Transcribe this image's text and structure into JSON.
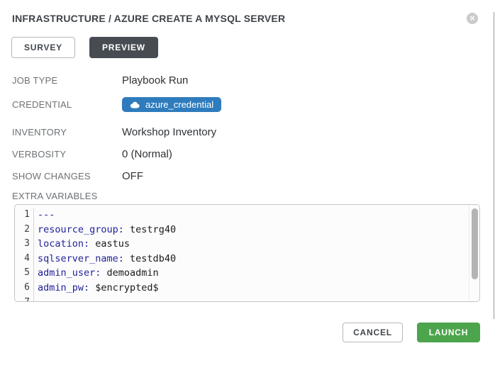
{
  "header": {
    "title": "INFRASTRUCTURE / AZURE CREATE A MYSQL SERVER"
  },
  "tabs": {
    "survey": "SURVEY",
    "preview": "PREVIEW",
    "active_tab": "PREVIEW"
  },
  "details": {
    "rows": [
      {
        "label": "JOB TYPE",
        "value": "Playbook Run"
      },
      {
        "label": "CREDENTIAL",
        "value": "azure_credential",
        "icon": "cloud-icon"
      },
      {
        "label": "INVENTORY",
        "value": "Workshop Inventory"
      },
      {
        "label": "VERBOSITY",
        "value": "0 (Normal)"
      },
      {
        "label": "SHOW CHANGES",
        "value": "OFF"
      }
    ]
  },
  "extra_variables": {
    "label": "EXTRA VARIABLES",
    "lines": [
      {
        "num": "1",
        "key": "---",
        "rest": ""
      },
      {
        "num": "2",
        "key": "resource_group:",
        "rest": " testrg40"
      },
      {
        "num": "3",
        "key": "location:",
        "rest": " eastus"
      },
      {
        "num": "4",
        "key": "sqlserver_name:",
        "rest": " testdb40"
      },
      {
        "num": "5",
        "key": "admin_user:",
        "rest": " demoadmin"
      },
      {
        "num": "6",
        "key": "admin_pw:",
        "rest": " $encrypted$"
      },
      {
        "num": "7",
        "key": "",
        "rest": ""
      }
    ]
  },
  "footer": {
    "cancel": "CANCEL",
    "launch": "LAUNCH"
  },
  "icons": {
    "close": "times-circle-icon",
    "credential": "cloud-icon"
  },
  "colors": {
    "badge_blue": "#2e7cbd",
    "launch_green": "#4ca44c",
    "preview_tab_dark": "#474c52",
    "yaml_key": "#222299",
    "label_gray": "#6d7175",
    "value_dark": "#2e3236"
  }
}
